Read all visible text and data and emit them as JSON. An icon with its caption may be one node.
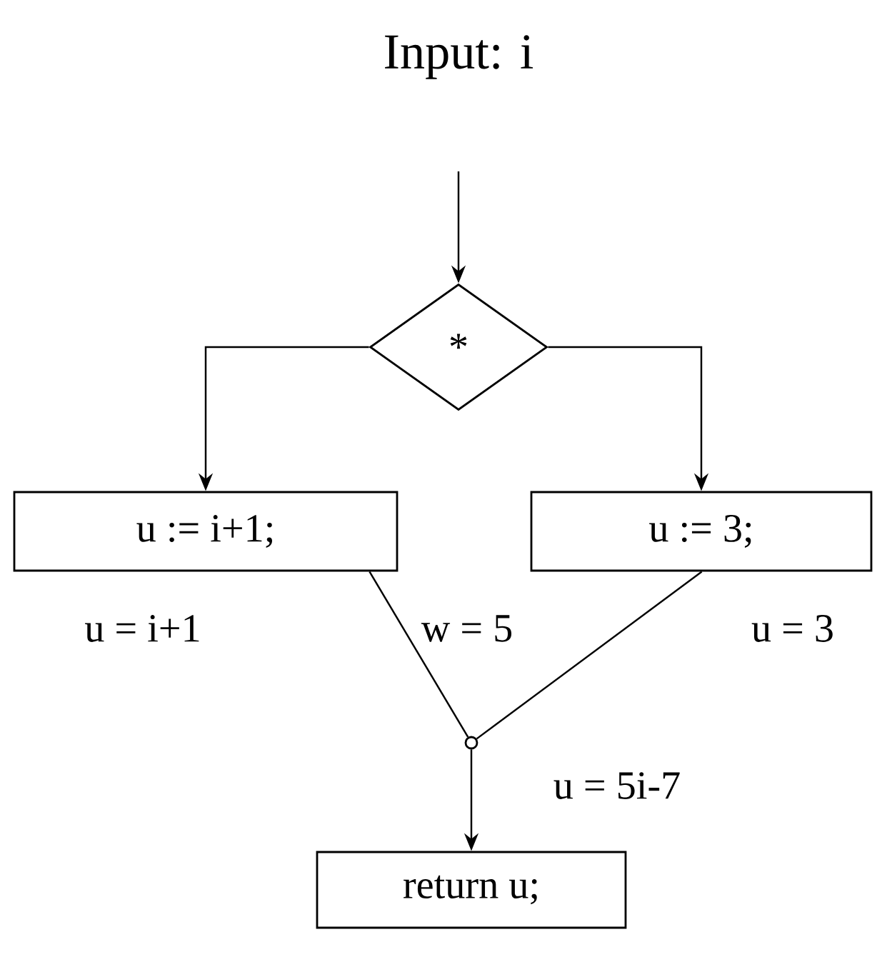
{
  "diagram": {
    "title": "Input: i",
    "nodes": [
      {
        "text": [
          "*"
        ]
      },
      {
        "text": [
          "u := i+1;"
        ]
      },
      {
        "text": [
          "u := 3;"
        ]
      },
      {
        "text": [],
        "shape": "circle"
      },
      {
        "text": [
          "return u;"
        ]
      }
    ],
    "edges": [
      {
        "from": null,
        "to": 0,
        "arrow": "to"
      },
      {
        "from": 0,
        "to": 1,
        "arrow": "to"
      },
      {
        "from": 0,
        "to": 2,
        "arrow": "to"
      },
      {
        "from": 1,
        "to": 3,
        "arrow": "none",
        "label": "u = i+1"
      },
      {
        "from": 2,
        "to": 3,
        "arrow": "none",
        "label": "u = 3"
      },
      {
        "from": 3,
        "to": 4,
        "arrow": "to",
        "label": "u = 5i-7"
      }
    ],
    "labels": [
      "w = 5"
    ]
  }
}
